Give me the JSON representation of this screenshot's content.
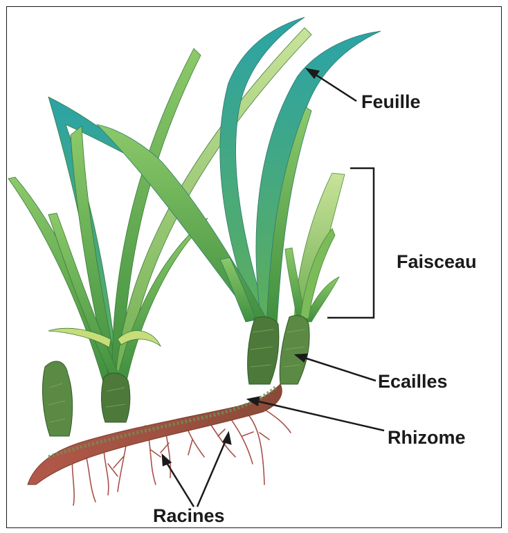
{
  "diagram": {
    "labels": {
      "feuille": "Feuille",
      "faisceau": "Faisceau",
      "ecailles": "Ecailles",
      "rhizome": "Rhizome",
      "racines": "Racines"
    },
    "colors": {
      "leaf_light": "#9fcf6e",
      "leaf_mid": "#6bb34f",
      "leaf_dark": "#3d8b3c",
      "leaf_teal": "#2a9c9a",
      "scales": "#4d7a3a",
      "rhizome": "#a2503f",
      "roots": "#a8504a",
      "label": "#1a1a1a"
    }
  }
}
